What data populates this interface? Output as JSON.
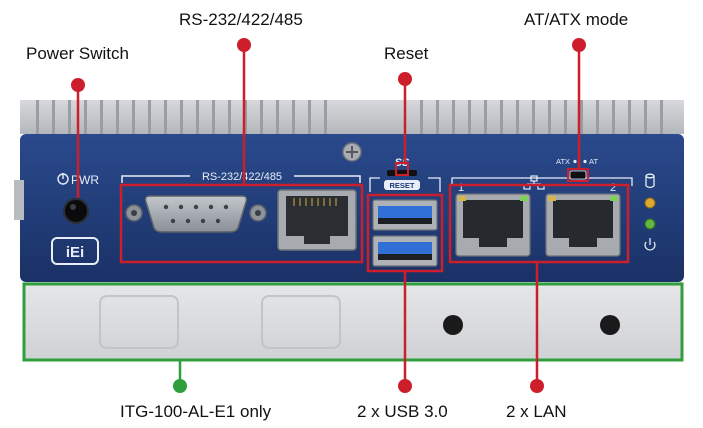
{
  "callouts": {
    "power_switch": "Power Switch",
    "serial": "RS-232/422/485",
    "reset": "Reset",
    "at_atx": "AT/ATX mode",
    "itg_only": "ITG-100-AL-E1 only",
    "usb": "2 x USB 3.0",
    "lan": "2 x LAN"
  },
  "panel": {
    "pwr_label": "PWR",
    "serial_label": "RS-232/422/485",
    "usb_logo": "SS",
    "reset_label": "RESET",
    "atx_label": "ATX",
    "at_label": "AT",
    "lan_port_1": "1",
    "lan_port_2": "2",
    "brand_logo": "iEi"
  },
  "colors": {
    "callout_red": "#cc1f2b",
    "callout_green": "#2f9e3d",
    "panel_navy": "#1f3a78",
    "chassis_silver": "#c8cbcf",
    "usb_blue": "#2f6fd6"
  }
}
